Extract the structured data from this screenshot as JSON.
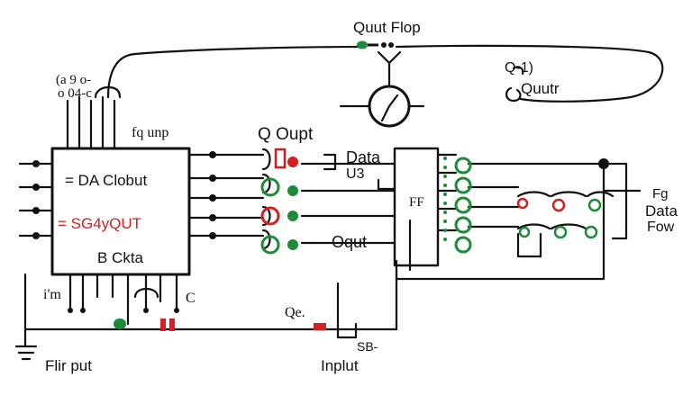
{
  "labels": {
    "flipflop_title": "Quut Flop",
    "q_bracket": "Q-1)",
    "quutr": "Quutr",
    "top_left_1": "(a 9 o-",
    "top_left_2": "o 04-c",
    "input_top": "fq unp",
    "q_output": "Q Oupt",
    "data": "Data",
    "u3": "U3",
    "chip_line1": "= DA Clobut",
    "chip_line2": "= SG4yQUT",
    "chip_line3": "B Ckta",
    "ff": "FF",
    "oqut": "Oqut",
    "fg": "Fg",
    "data_right": "Data",
    "fow": "Fow",
    "bottom_left_im": "i'm",
    "bottom_c": "C",
    "qe": "Qe.",
    "sb": "SB-",
    "flir_put": "Flir put",
    "inplut": "Inplut"
  },
  "colors": {
    "wire": "#111111",
    "accent_red": "#d21f1f",
    "accent_green": "#1e8a3a"
  }
}
